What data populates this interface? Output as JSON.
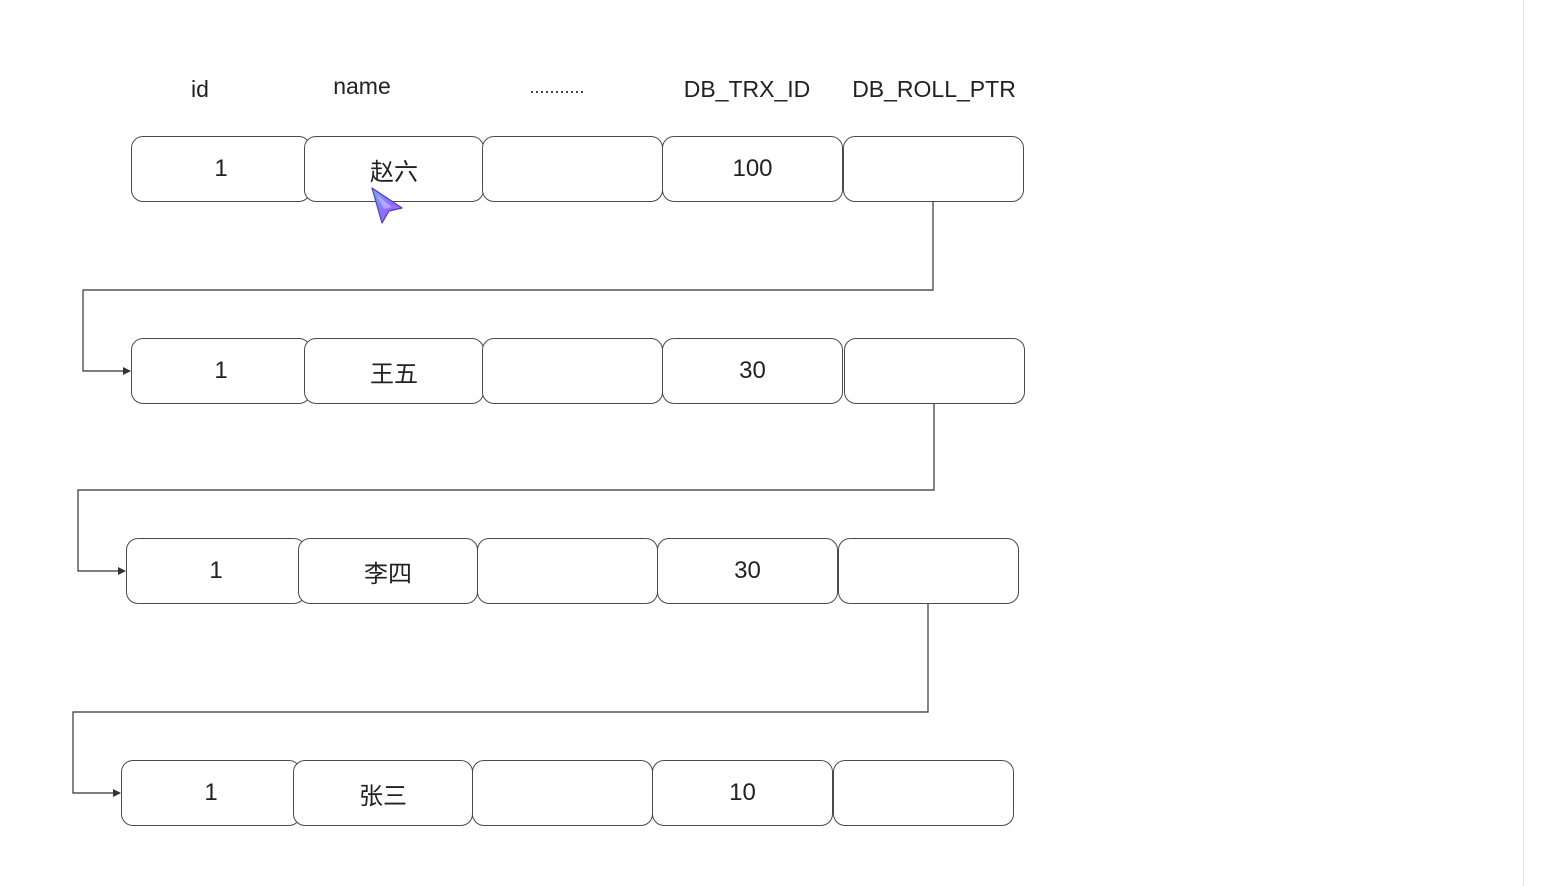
{
  "diagram": {
    "headers": [
      "id",
      "name",
      "...........",
      "DB_TRX_ID",
      "DB_ROLL_PTR"
    ],
    "records": [
      {
        "id": "1",
        "name": "赵六",
        "extra": "",
        "trx_id": "100",
        "roll_ptr": ""
      },
      {
        "id": "1",
        "name": "王五",
        "extra": "",
        "trx_id": "30",
        "roll_ptr": ""
      },
      {
        "id": "1",
        "name": "李四",
        "extra": "",
        "trx_id": "30",
        "roll_ptr": ""
      },
      {
        "id": "1",
        "name": "张三",
        "extra": "",
        "trx_id": "10",
        "roll_ptr": ""
      }
    ],
    "line_color": "#333333",
    "border_color": "#4a4a4a"
  },
  "cursor": {
    "icon": "pointer-cursor-icon"
  }
}
